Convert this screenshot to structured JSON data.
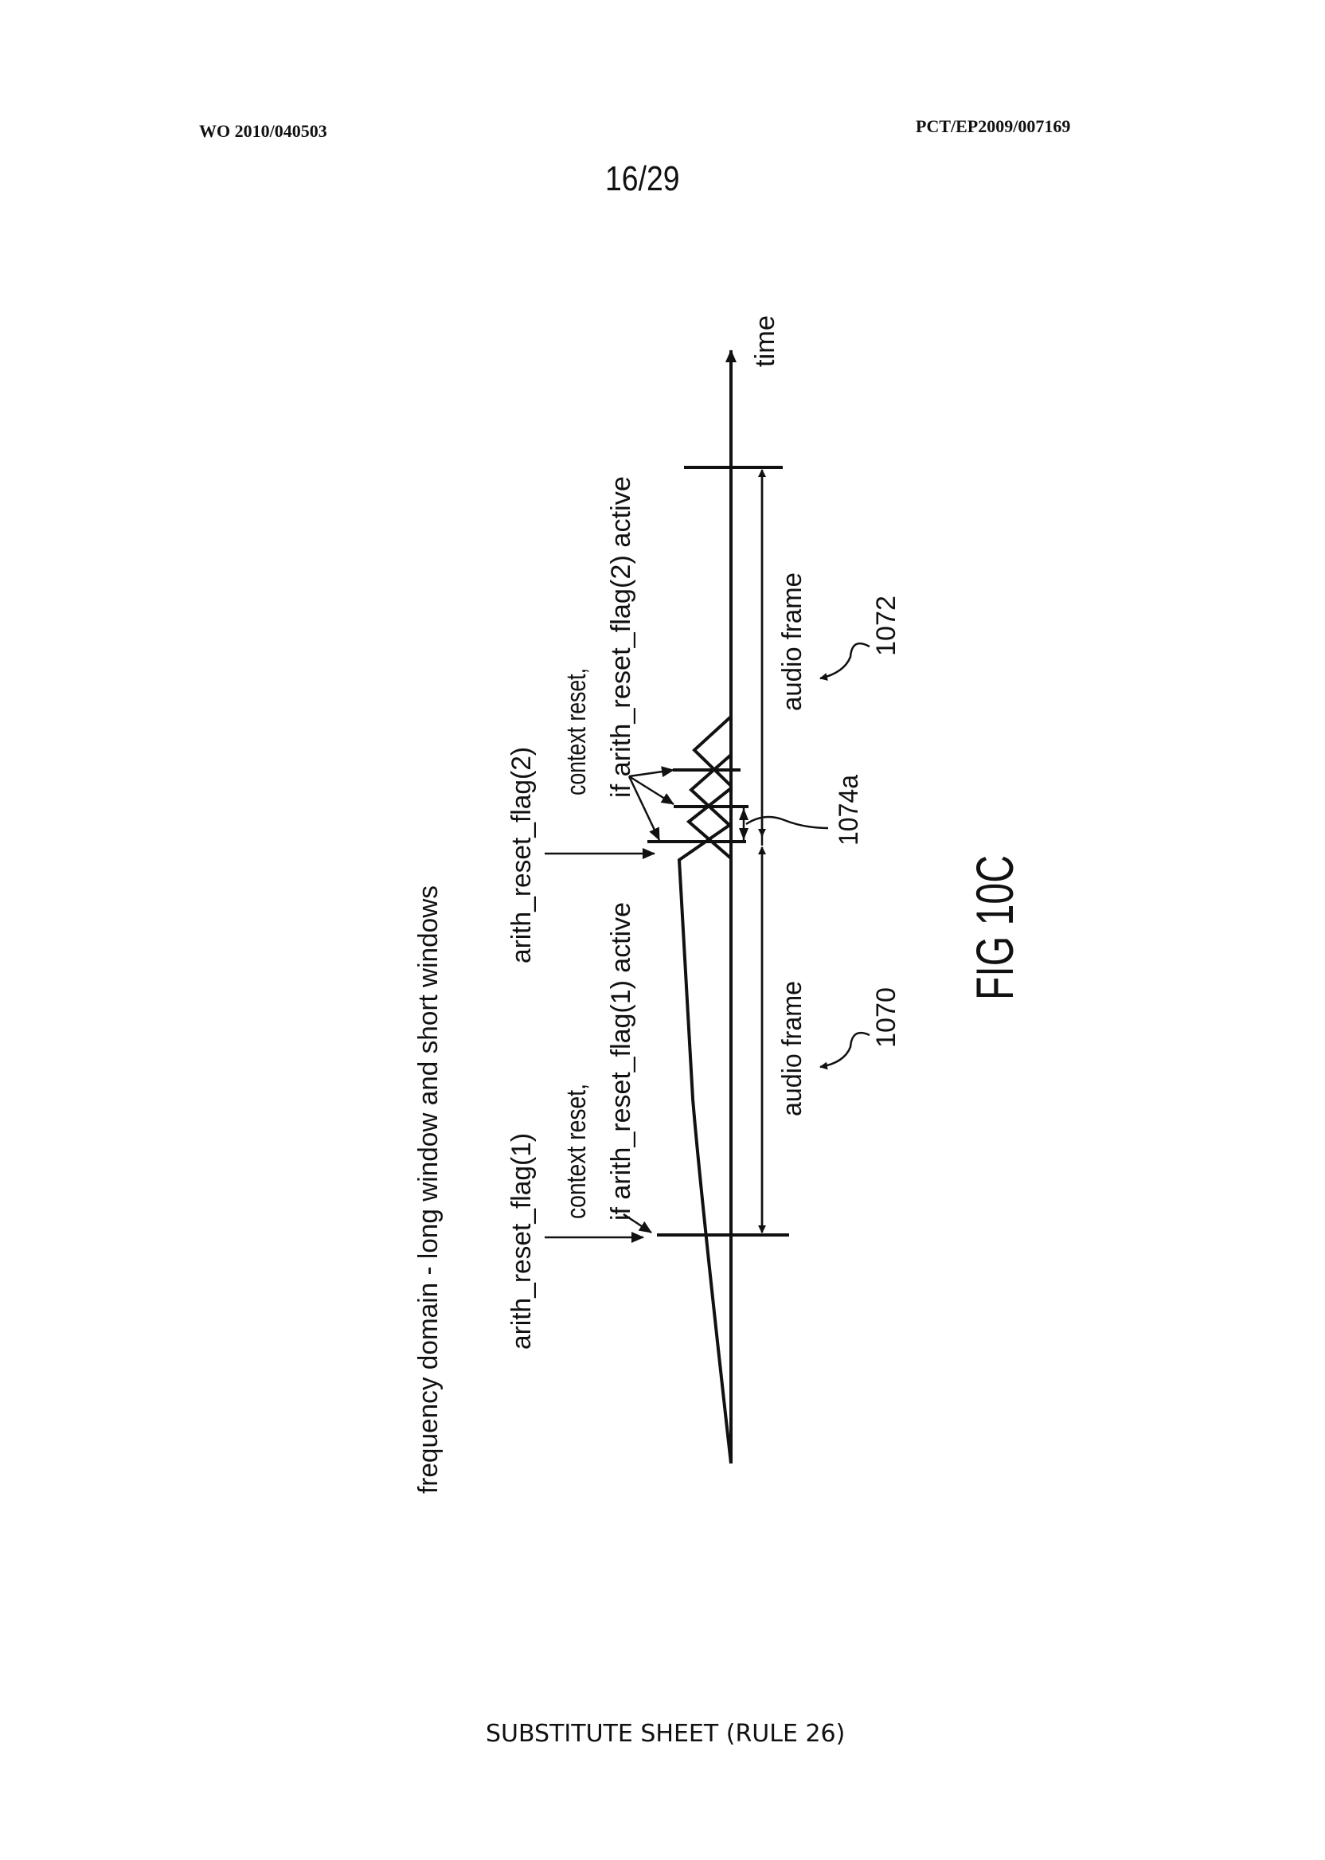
{
  "header": {
    "publication_number": "WO 2010/040503",
    "application_number": "PCT/EP2009/007169",
    "sheet": "16/29"
  },
  "figure": {
    "caption": "frequency domain - long window and short windows",
    "axis_label": "time",
    "flag1_label": "arith_reset_flag(1)",
    "reset1_line1": "context reset,",
    "reset1_line2": "if arith_reset_flag(1)  active",
    "flag2_label": "arith_reset_flag(2)",
    "reset2_line1": "context reset,",
    "reset2_line2": "if arith_reset_flag(2)  active",
    "frame1_label": "audio frame",
    "frame1_ref": "1070",
    "frame2_label": "audio frame",
    "frame2_ref": "1072",
    "short_window_ref": "1074a",
    "figure_title": "FIG 10C"
  },
  "footer": {
    "text": "SUBSTITUTE SHEET (RULE 26)"
  }
}
